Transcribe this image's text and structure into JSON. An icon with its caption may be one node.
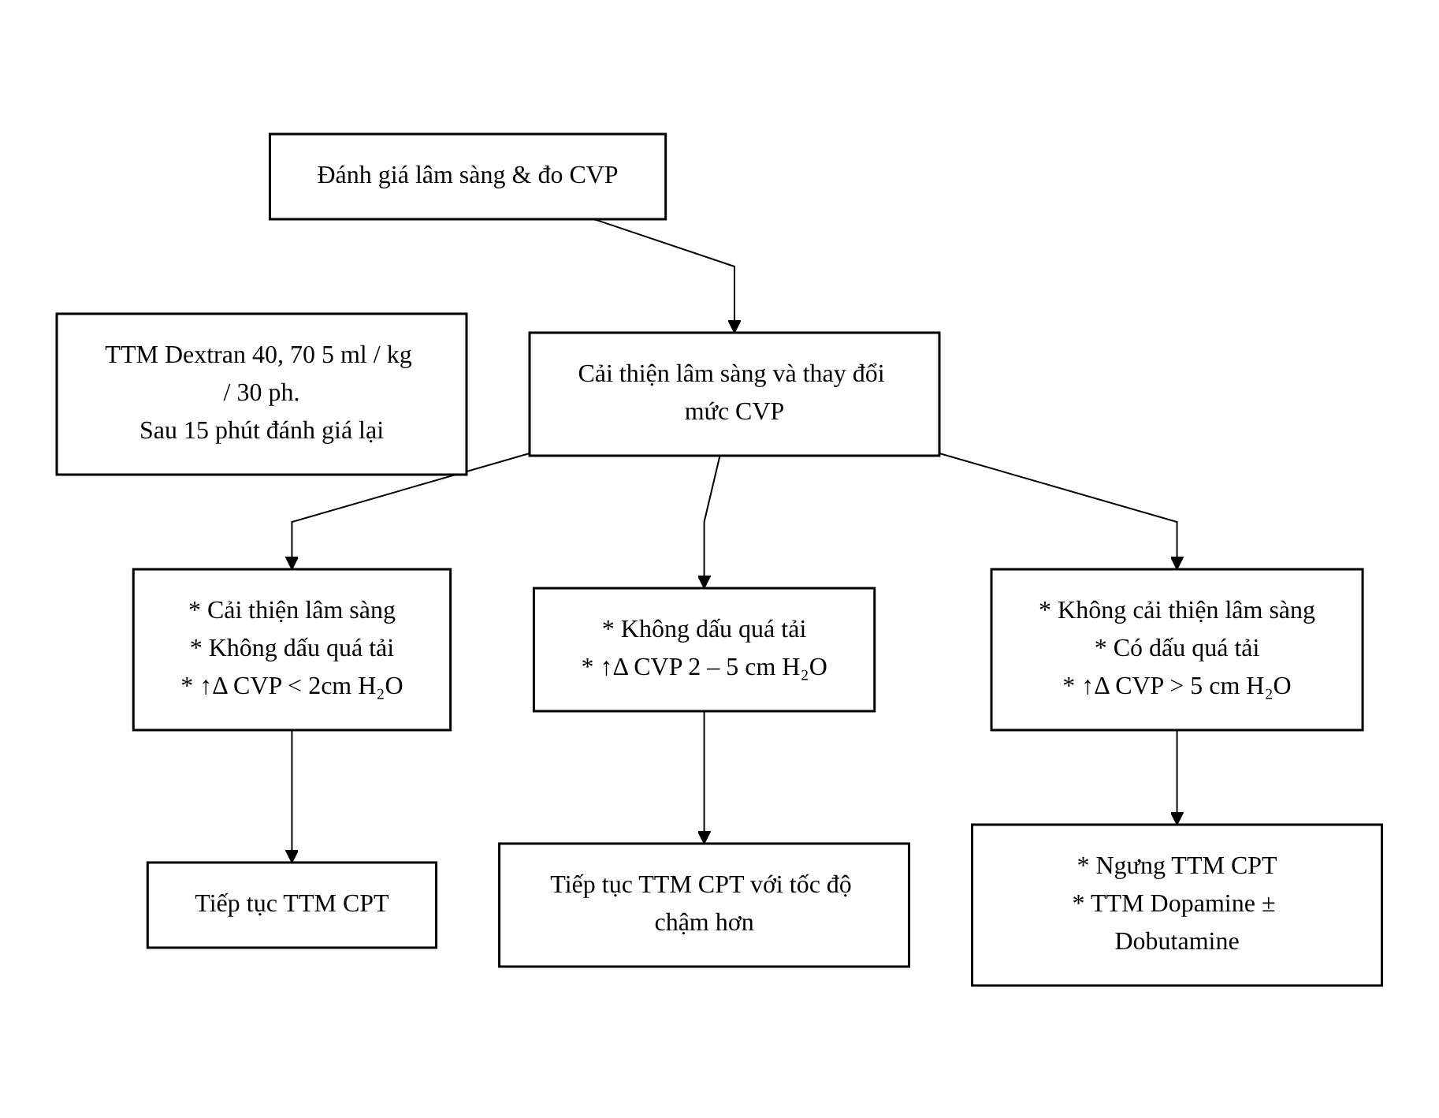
{
  "diagram": {
    "nodes": [
      {
        "text": [
          "Đánh giá lâm sàng & đo CVP"
        ]
      },
      {
        "text": [
          "TTM Dextran 40, 70 5 ml / kg / 30 ph.",
          "Sau 15 phút đánh giá lại"
        ]
      },
      {
        "text": [
          "Cải thiện lâm sàng và thay đổi mức CVP"
        ]
      },
      {
        "text": [
          "* Cải thiện lâm sàng",
          "* Không dấu quá tải",
          "* ↑Δ CVP < 2cm H₂O"
        ]
      },
      {
        "text": [
          "* Không dấu quá tải",
          "* ↑Δ CVP 2 – 5 cm H₂O"
        ]
      },
      {
        "text": [
          "* Không cải thiện lâm sàng",
          "* Có dấu quá tải",
          "* ↑Δ CVP > 5 cm H₂O"
        ]
      },
      {
        "text": [
          "Tiếp tục TTM CPT"
        ]
      },
      {
        "text": [
          "Tiếp tục TTM CPT với tốc độ chậm hơn"
        ]
      },
      {
        "text": [
          "* Ngưng TTM CPT",
          "* TTM Dopamine ± Dobutamine"
        ]
      }
    ],
    "edges": [
      {
        "from": 0,
        "to": 2,
        "arrow": "to"
      },
      {
        "from": 2,
        "to": 3,
        "arrow": "to"
      },
      {
        "from": 2,
        "to": 4,
        "arrow": "to"
      },
      {
        "from": 2,
        "to": 5,
        "arrow": "to"
      },
      {
        "from": 3,
        "to": 6,
        "arrow": "to"
      },
      {
        "from": 4,
        "to": 7,
        "arrow": "to"
      },
      {
        "from": 5,
        "to": 8,
        "arrow": "to"
      }
    ]
  }
}
